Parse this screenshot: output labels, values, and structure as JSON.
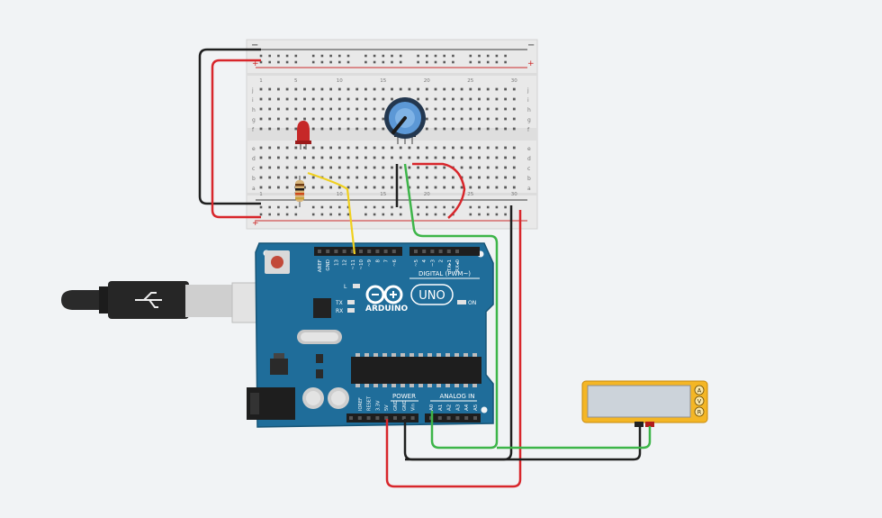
{
  "breadboard": {
    "rail_minus": "−",
    "rail_plus": "+",
    "row_letters_top": [
      "j",
      "i",
      "h",
      "g",
      "f"
    ],
    "row_letters_bottom": [
      "e",
      "d",
      "c",
      "b",
      "a"
    ],
    "column_labels": [
      "1",
      "5",
      "10",
      "15",
      "20",
      "25",
      "30"
    ]
  },
  "arduino": {
    "brand": "ARDUINO",
    "model": "UNO",
    "logo_text": "∞",
    "digital_header": "DIGITAL (PWM~)",
    "power_header": "POWER",
    "analog_header": "ANALOG IN",
    "on_label": "ON",
    "led_l": "L",
    "led_tx": "TX",
    "led_rx": "RX",
    "top_pins": [
      "AREF",
      "GND",
      "13",
      "12",
      "~11",
      "~10",
      "~9",
      "8",
      "7",
      "~6",
      "~5",
      "4",
      "~3",
      "2",
      "TX▸1",
      "RX◂0"
    ],
    "power_pins": [
      "IOREF",
      "RESET",
      "3.3V",
      "5V",
      "GND",
      "GND",
      "Vin"
    ],
    "analog_pins": [
      "A0",
      "A1",
      "A2",
      "A3",
      "A4",
      "A5"
    ]
  },
  "multimeter": {
    "mode_buttons": [
      "A",
      "V",
      "R"
    ]
  },
  "wire_colors": {
    "gnd": "#1f1f1f",
    "power": "#d8262b",
    "signal": "#3db549",
    "led": "#f0d01e"
  }
}
